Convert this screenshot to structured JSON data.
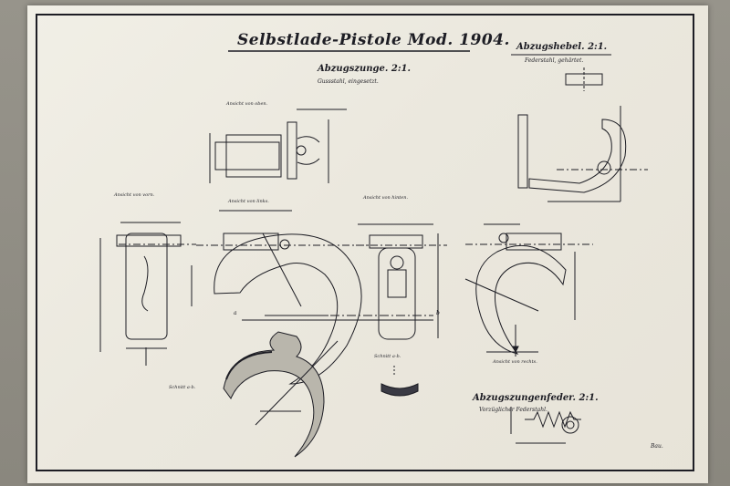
{
  "drawing": {
    "title": "Selbstlade-Pistole Mod. 1904.",
    "sections": [
      {
        "heading": "Abzugszunge. 2:1.",
        "note": "Gussstahl, eingesetzt."
      },
      {
        "heading": "Abzugshebel. 2:1.",
        "note": "Federstahl, gehärtet."
      },
      {
        "heading": "Abzugszungenfeder. 2:1.",
        "note": "Vorzüglicher Federstahl."
      }
    ],
    "views": {
      "top": "Ansicht von oben.",
      "front": "Ansicht von vorn.",
      "left": "Ansicht von links.",
      "back": "Ansicht von hinten.",
      "right": "Ansicht von rechts.",
      "cut_ab": "Schnitt a-b.",
      "cut_ab2": "Schnitt a-b."
    },
    "section_labels": {
      "a": "a",
      "b": "b"
    },
    "signature": "Bau.",
    "ink_color": "#1d1d24",
    "paper_color": "#ebe8de"
  }
}
